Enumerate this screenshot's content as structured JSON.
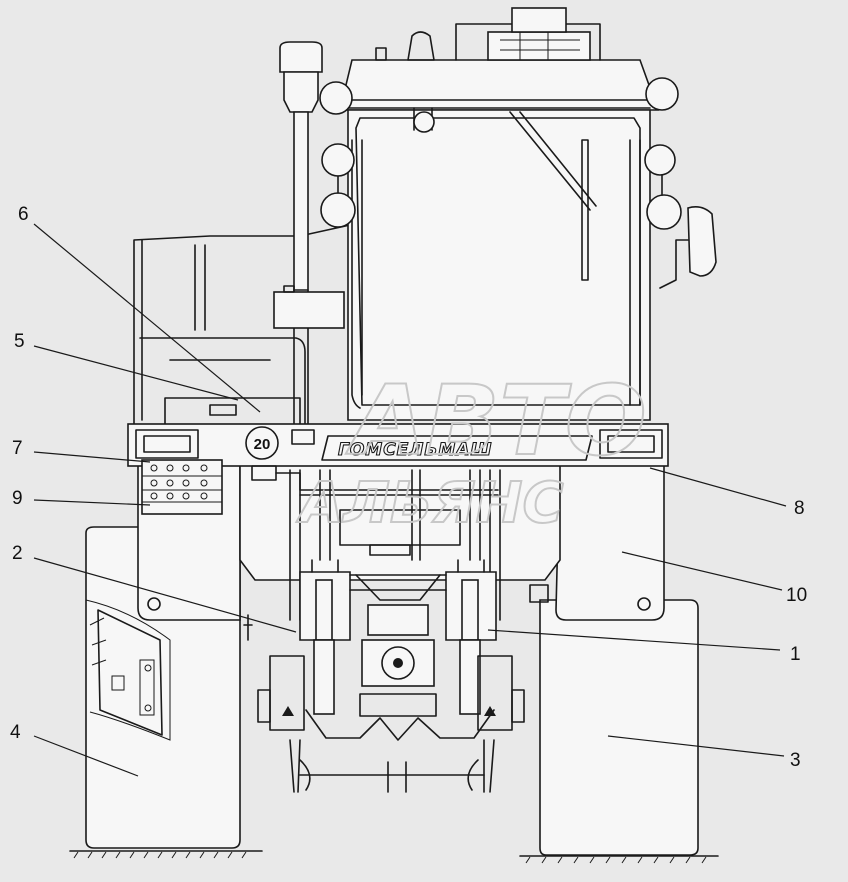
{
  "figure": {
    "brand_plate": "ГОМСЕЛЬМАШ",
    "speed_sign": "20",
    "watermark_line1": "АВТО",
    "watermark_line2": "АЛЬЯНС"
  },
  "callouts": [
    {
      "id": "1",
      "text": "1"
    },
    {
      "id": "2",
      "text": "2"
    },
    {
      "id": "3",
      "text": "3"
    },
    {
      "id": "4",
      "text": "4"
    },
    {
      "id": "5",
      "text": "5"
    },
    {
      "id": "6",
      "text": "6"
    },
    {
      "id": "7",
      "text": "7"
    },
    {
      "id": "8",
      "text": "8"
    },
    {
      "id": "9",
      "text": "9"
    },
    {
      "id": "10",
      "text": "10"
    }
  ]
}
